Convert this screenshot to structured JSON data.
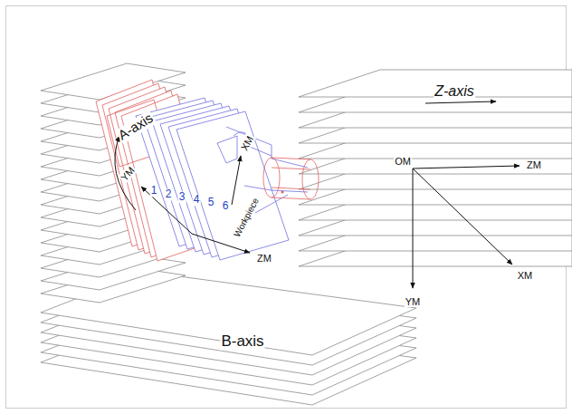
{
  "diagram": {
    "labels": [
      "A-axis",
      "XM",
      "Z-axis",
      "YM",
      "1",
      "2",
      "3",
      "4",
      "5",
      "6",
      "OM",
      "ZM",
      "Workpiece",
      "ZM",
      "XM",
      "YM",
      "B-axis"
    ]
  }
}
